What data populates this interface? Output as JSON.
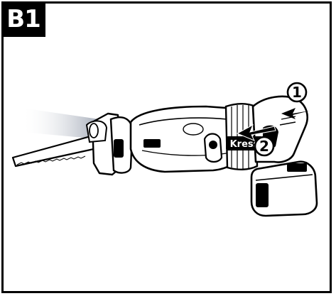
{
  "figure": {
    "badge": "B1",
    "steps": [
      {
        "label": "1"
      },
      {
        "label": "2"
      }
    ],
    "brand": "Kress"
  },
  "colors": {
    "line": "#000000",
    "background": "#ffffff",
    "light": "#bfc5d0"
  }
}
